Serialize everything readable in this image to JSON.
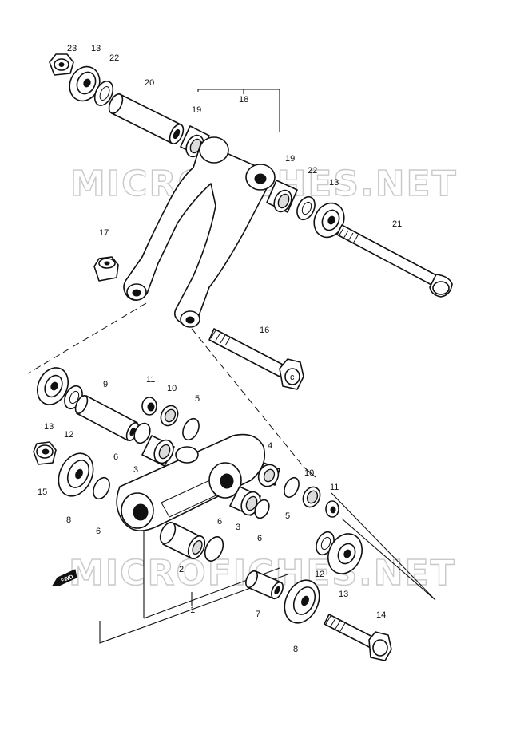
{
  "watermark": "MICROFICHES.NET",
  "fwd_label": "FWD",
  "callouts": {
    "p23": "23",
    "p13a": "13",
    "p22a": "22",
    "p20": "20",
    "p19a": "19",
    "p18": "18",
    "p19b": "19",
    "p22b": "22",
    "p13b": "13",
    "p21": "21",
    "p17": "17",
    "p16": "16",
    "p9": "9",
    "p11a": "11",
    "p10a": "10",
    "p5a": "5",
    "p13c": "13",
    "p12a": "12",
    "p6a": "6",
    "p3a": "3",
    "p15": "15",
    "p8a": "8",
    "p6b": "6",
    "p4": "4",
    "p10b": "10",
    "p11b": "11",
    "p5b": "5",
    "p3b": "3",
    "p6c": "6",
    "p6d": "6",
    "p2": "2",
    "p12b": "12",
    "p13d": "13",
    "p1": "1",
    "p7": "7",
    "p8b": "8",
    "p14": "14"
  }
}
